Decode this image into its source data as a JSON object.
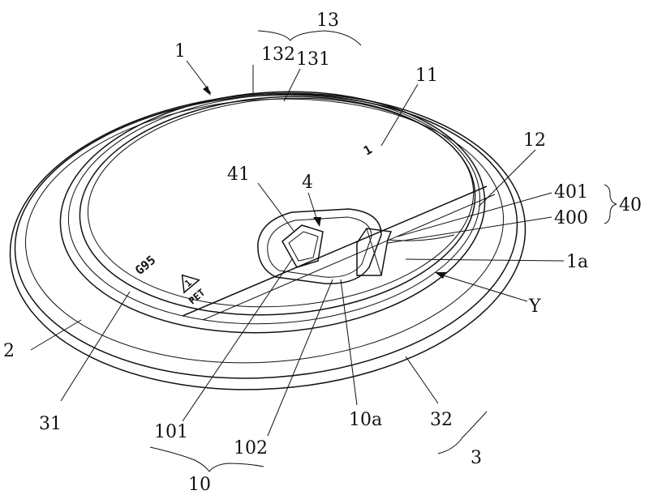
{
  "figure": {
    "labels": {
      "l13": "13",
      "l1": "1",
      "l132": "132",
      "l131": "131",
      "l11": "11",
      "l12": "12",
      "l4": "4",
      "l41": "41",
      "l401": "401",
      "l400": "400",
      "l40": "40",
      "l1a": "1a",
      "lY": "Y",
      "l2": "2",
      "l31": "31",
      "l101": "101",
      "l102": "102",
      "l10a": "10a",
      "l32": "32",
      "l3": "3",
      "l10": "10"
    },
    "embossed": {
      "mark1": "1",
      "g95": "G95",
      "recycle_num": "1",
      "pet": "PET"
    }
  }
}
